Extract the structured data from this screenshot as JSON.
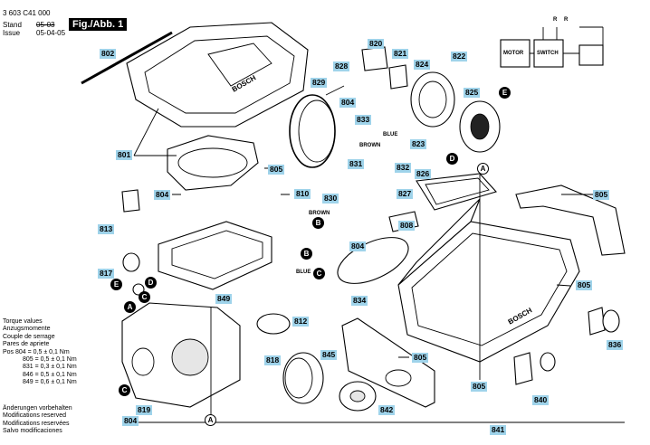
{
  "header": {
    "part_number": "3 603 C41 000",
    "stand_label": "Stand",
    "issue_label": "Issue",
    "stand_date": "05-03",
    "issue_date": "05-04-05",
    "figure_label": "Fig./Abb. 1"
  },
  "torque": {
    "lines": [
      "Torque values",
      "Anzugsmomente",
      "Couple de serrage",
      "Pares de apriete"
    ],
    "rows": [
      "Pos  804  =  0,5 ± 0,1 Nm",
      "805  =  0,5 ± 0,1 Nm",
      "831  =  0,3 ± 0,1 Nm",
      "846  =  0,5 ± 0,1 Nm",
      "849  =  0,6 ± 0,1 Nm"
    ]
  },
  "changes": [
    "Änderungen vorbehalten",
    "Modifications reserved",
    "Modifications reservées",
    "Salvo modificaciones"
  ],
  "wiring": {
    "motor": "MOTOR",
    "switch": "SWITCH",
    "r1": "R",
    "r2": "R"
  },
  "wire_colors": {
    "brown1": "BROWN",
    "blue1": "BLUE",
    "brown2": "BROWN",
    "blue2": "BLUE"
  },
  "brand": {
    "lid_logo": "BOSCH",
    "body_logo": "BOSCH"
  },
  "tags": {
    "t802": "802",
    "t801": "801",
    "t804a": "804",
    "t813": "813",
    "t817": "817",
    "t849": "849",
    "t818": "818",
    "t819": "819",
    "t804b": "804",
    "t812": "812",
    "t845": "845",
    "t842": "842",
    "t841": "841",
    "t840": "840",
    "t836": "836",
    "t805a": "805",
    "t805b": "805",
    "t805c": "805",
    "t805d": "805",
    "t805e": "805",
    "t834": "834",
    "t804c": "804",
    "t830": "830",
    "t808": "808",
    "t827": "827",
    "t826": "826",
    "t832": "832",
    "t831": "831",
    "t823": "823",
    "t833": "833",
    "t804d": "804",
    "t829": "829",
    "t828": "828",
    "t820": "820",
    "t821": "821",
    "t824": "824",
    "t822": "822",
    "t825": "825",
    "t810": "810"
  },
  "circles": {
    "a_top": "A",
    "a_bottom": "A",
    "b1": "B",
    "b2": "B",
    "c1": "C",
    "c2": "C",
    "c3": "C",
    "d1": "D",
    "d2": "D",
    "e1": "E",
    "e2": "E",
    "a_left": "A"
  },
  "colors": {
    "tag_bg": "#9fd3ea"
  }
}
